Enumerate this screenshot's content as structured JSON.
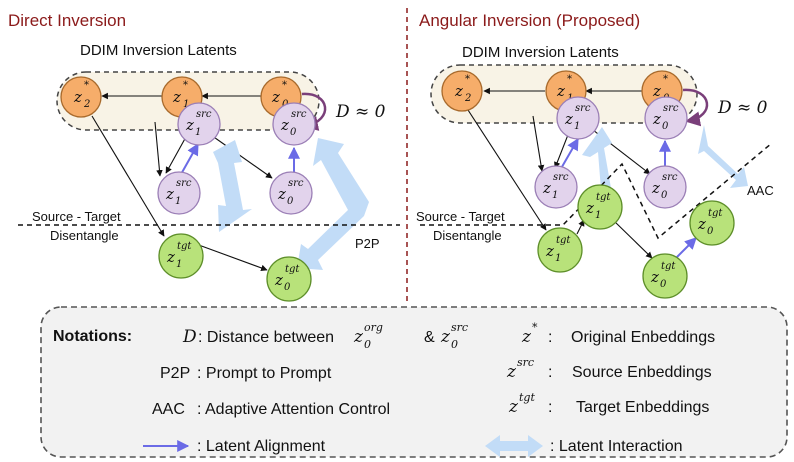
{
  "left_panel": {
    "title": "Direct Inversion",
    "latents_label": "DDIM Inversion Latents",
    "distance_label": "D ≈ 0",
    "disentangle_label_1": "Source - Target",
    "disentangle_label_2": "Disentangle",
    "p2p_label": "P2P"
  },
  "right_panel": {
    "title": "Angular Inversion (Proposed)",
    "latents_label": "DDIM Inversion Latents",
    "distance_label": "D ≈ 0",
    "disentangle_label_1": "Source - Target",
    "disentangle_label_2": "Disentangle",
    "aac_label": "AAC"
  },
  "nodes": {
    "z2_star": {
      "base": "z",
      "sub": "2",
      "sup": "*"
    },
    "z1_star": {
      "base": "z",
      "sub": "1",
      "sup": "*"
    },
    "z0_star": {
      "base": "z",
      "sub": "0",
      "sup": "*"
    },
    "z1_src": {
      "base": "z",
      "sub": "1",
      "sup": "src"
    },
    "z0_src": {
      "base": "z",
      "sub": "0",
      "sup": "src"
    },
    "z1_tgt": {
      "base": "z",
      "sub": "1",
      "sup": "tgt"
    },
    "z0_tgt": {
      "base": "z",
      "sub": "0",
      "sup": "tgt"
    }
  },
  "notations": {
    "heading": "Notations:",
    "d_symbol": "D",
    "d_text": ": Distance between",
    "d_amp": "&",
    "org_sup": "org",
    "src_sup": "src",
    "p2p_key": "P2P",
    "p2p_text": ": Prompt to Prompt",
    "aac_key": "AAC",
    "aac_text": ": Adaptive Attention Control",
    "align_text": ": Latent Alignment",
    "interact_text": ": Latent Interaction",
    "zstar_text": "Original Enbeddings",
    "zsrc_text": "Source Enbeddings",
    "ztgt_text": "Target Enbeddings",
    "colon": ":"
  },
  "colors": {
    "title": "#8b1a1a",
    "orange_fill": "#f6ad6a",
    "orange_stroke": "#a86a2c",
    "purple_fill": "#e2d3ec",
    "purple_stroke": "#9b7fb6",
    "green_fill": "#b8e27a",
    "green_stroke": "#5e8f2a",
    "panel_fill": "#f8f3e6",
    "alignment": "#6b6be6",
    "interaction": "#c2dcf7",
    "curl": "#7a3f7a",
    "divider": "#8b1a1a"
  }
}
